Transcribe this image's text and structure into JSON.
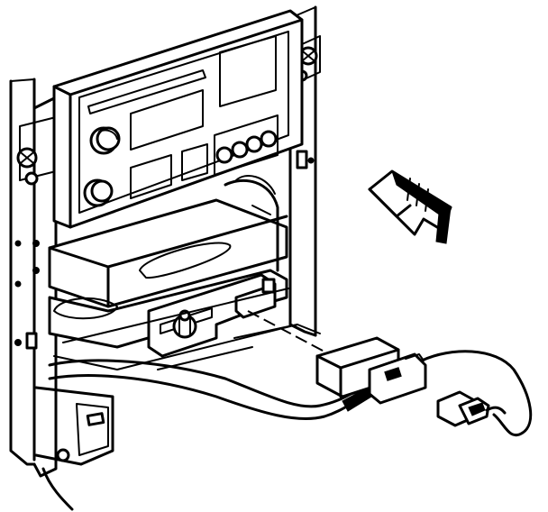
{
  "figure": {
    "kind": "line-drawing",
    "parts": [
      "mounting-bracket",
      "radio-faceplate",
      "support-bracket",
      "harness-connector",
      "mating-connector",
      "view-arrow"
    ]
  },
  "colors": {
    "line": "#000000",
    "background": "#ffffff"
  }
}
